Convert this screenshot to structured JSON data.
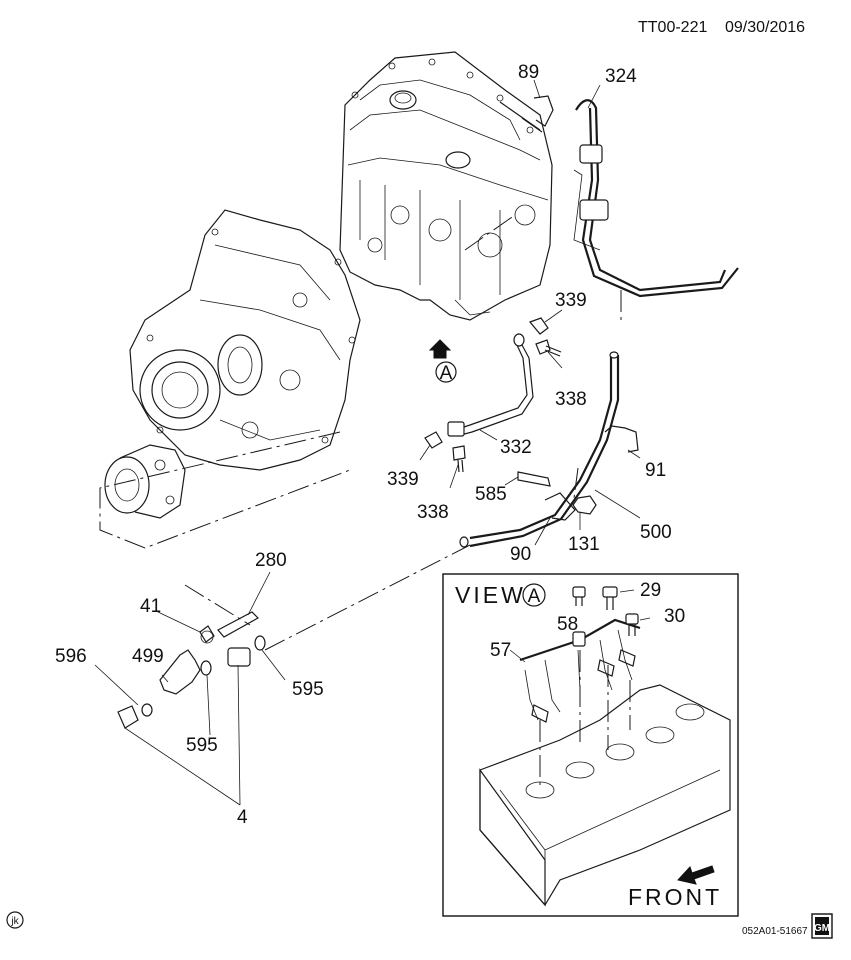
{
  "header": {
    "doc_id": "TT00-221",
    "date": "09/30/2016"
  },
  "callouts": {
    "c89": "89",
    "c324": "324",
    "c339a": "339",
    "c338a": "338",
    "c332": "332",
    "c339b": "339",
    "c338b": "338",
    "c585": "585",
    "c91": "91",
    "c500": "500",
    "c131": "131",
    "c90": "90",
    "c280": "280",
    "c41": "41",
    "c596": "596",
    "c499": "499",
    "c595a": "595",
    "c595b": "595",
    "c4": "4",
    "c58": "58",
    "c29": "29",
    "c30": "30",
    "c57": "57"
  },
  "markers": {
    "view_ref": "A"
  },
  "inset": {
    "view_label": "VIEW",
    "view_ref": "A",
    "front_label": "FRONT"
  },
  "footer": {
    "corner_mark": "jk",
    "drawing_code": "052A01-51667",
    "logo_text": "GM"
  }
}
